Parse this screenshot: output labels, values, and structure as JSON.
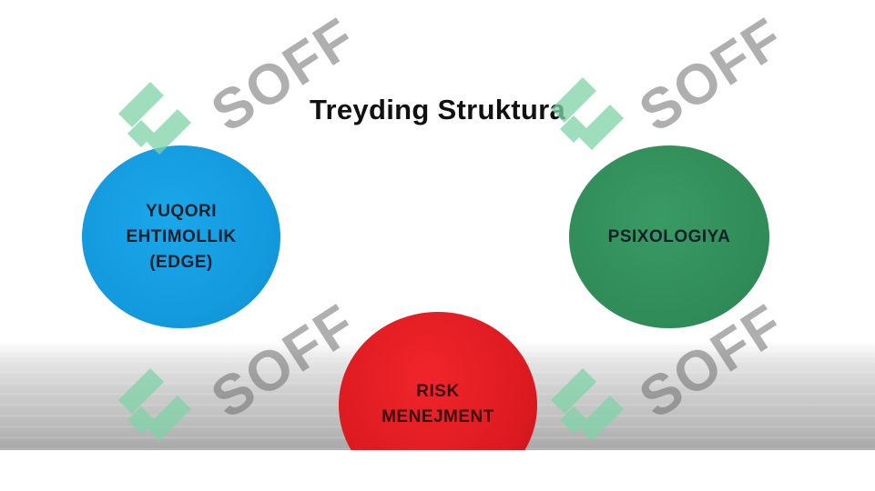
{
  "diagram": {
    "title": "Treyding Struktura",
    "nodes": [
      {
        "label": "YUQORI\nEHTIMOLLIK\n(EDGE)",
        "color": "#1398dc"
      },
      {
        "label": "PSIXOLOGIYA",
        "color": "#2f8b57"
      },
      {
        "label": "RISK\nMENEJMENT",
        "color": "#dc1a20"
      }
    ]
  },
  "watermark": {
    "text": "SOFF",
    "logo_color": "#7fd3a8"
  }
}
